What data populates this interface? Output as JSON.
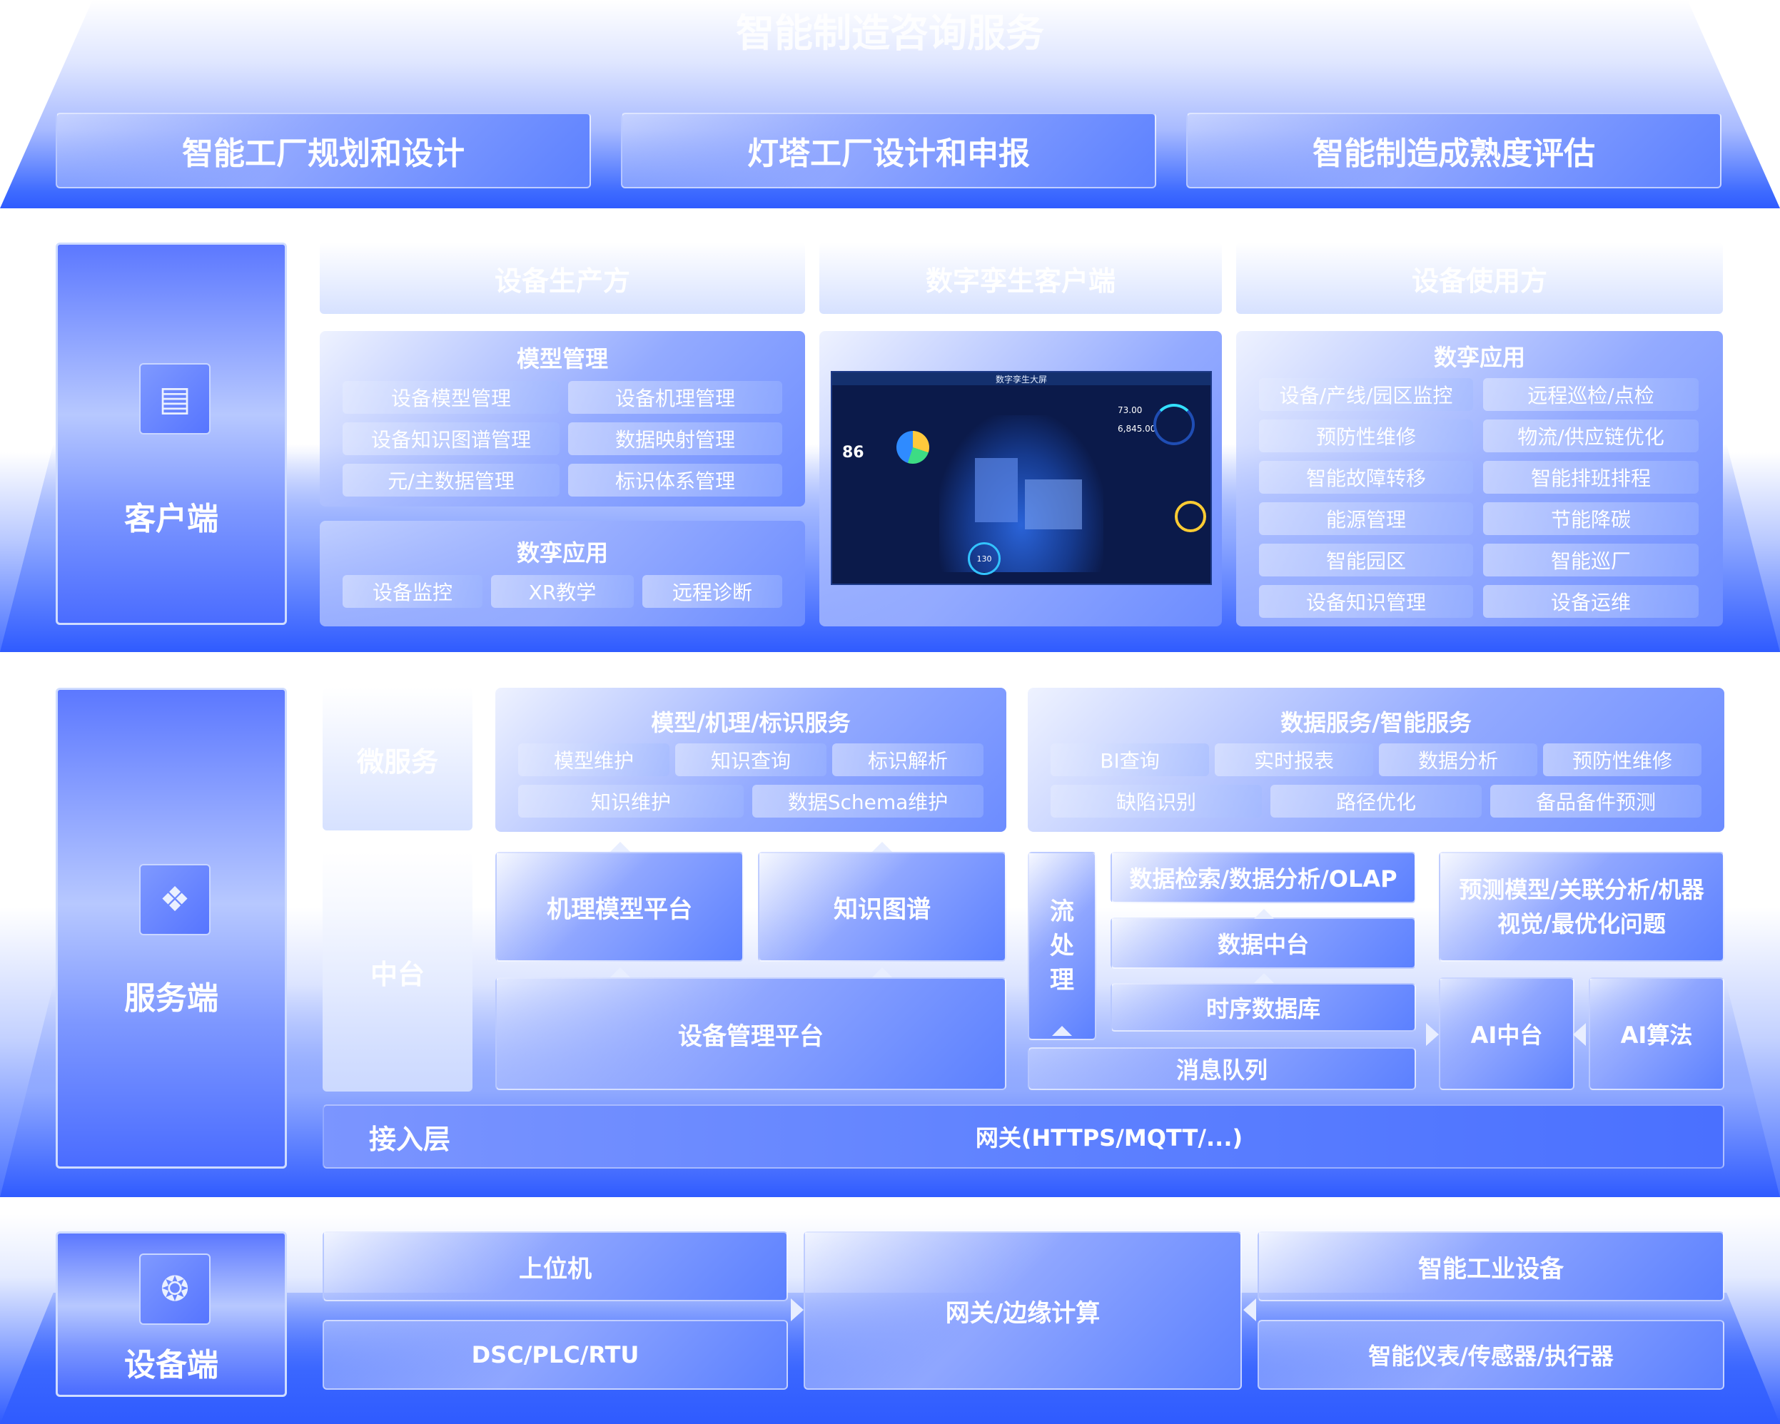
{
  "top": {
    "title": "智能制造咨询服务",
    "items": [
      "智能工厂规划和设计",
      "灯塔工厂设计和申报",
      "智能制造成熟度评估"
    ]
  },
  "client": {
    "label": "客户端",
    "cols": [
      "设备生产方",
      "数字孪生客户端",
      "设备使用方"
    ],
    "model_mgmt": {
      "title": "模型管理",
      "items": [
        "设备模型管理",
        "设备机理管理",
        "设备知识图谱管理",
        "数据映射管理",
        "元/主数据管理",
        "标识体系管理"
      ]
    },
    "twin_app_left": {
      "title": "数孪应用",
      "items": [
        "设备监控",
        "XR教学",
        "远程诊断"
      ]
    },
    "screen": {
      "title": "数字孪生大屏",
      "kpi1": "86",
      "kpi2": "73.00",
      "kpi3": "6,845.00",
      "kpi4": "130"
    },
    "twin_app_right": {
      "title": "数孪应用",
      "items": [
        "设备/产线/园区监控",
        "远程巡检/点检",
        "预防性维修",
        "物流/供应链优化",
        "智能故障转移",
        "智能排班排程",
        "能源管理",
        "节能降碳",
        "智能园区",
        "智能巡厂",
        "设备知识管理",
        "设备运维"
      ]
    }
  },
  "server": {
    "label": "服务端",
    "micro": "微服务",
    "middle": "中台",
    "access": "接入层",
    "gateway": "网关(HTTPS/MQTT/...)",
    "model_svc": {
      "title": "模型/机理/标识服务",
      "row1": [
        "模型维护",
        "知识查询",
        "标识解析"
      ],
      "row2": [
        "知识维护",
        "数据Schema维护"
      ]
    },
    "data_svc": {
      "title": "数据服务/智能服务",
      "row1": [
        "BI查询",
        "实时报表",
        "数据分析",
        "预防性维修"
      ],
      "row2": [
        "缺陷识别",
        "路径优化",
        "备品备件预测"
      ]
    },
    "mech_platform": "机理模型平台",
    "knowledge_graph": "知识图谱",
    "device_platform": "设备管理平台",
    "stream": "流处理",
    "olap": "数据检索/数据分析/OLAP",
    "data_mid": "数据中台",
    "tsdb": "时序数据库",
    "mq": "消息队列",
    "predict": "预测模型/关联分析/机器视觉/最优化问题",
    "ai_mid": "AI中台",
    "ai_algo": "AI算法"
  },
  "device": {
    "label": "设备端",
    "host": "上位机",
    "plc": "DSC/PLC/RTU",
    "edge": "网关/边缘计算",
    "industrial": "智能工业设备",
    "sensors": "智能仪表/传感器/执行器"
  }
}
